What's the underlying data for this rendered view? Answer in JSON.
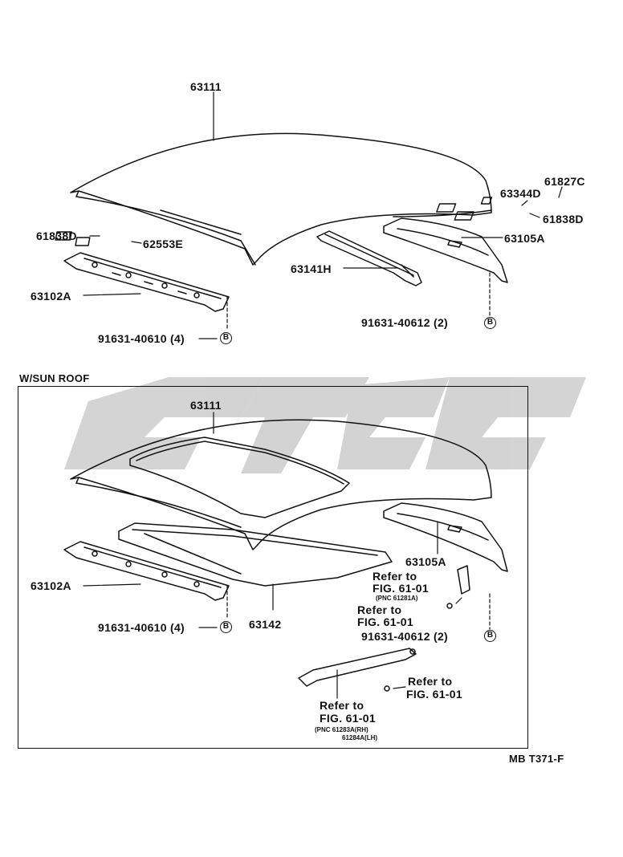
{
  "watermark_text": "ctc",
  "upper": {
    "labels": {
      "p63111": "63111",
      "p61827c": "61827C",
      "p63344d": "63344D",
      "p61838d_r": "61838D",
      "p61838d_l": "61838D",
      "p62553e": "62553E",
      "p63105a": "63105A",
      "p63141h": "63141H",
      "p63102a": "63102A",
      "bolt_l": "91631-40610 (4)",
      "bolt_r": "91631-40612 (2)"
    },
    "marker_l": "B",
    "marker_r": "B"
  },
  "lower": {
    "section_title": "W/SUN ROOF",
    "labels": {
      "p63111": "63111",
      "p63105a": "63105A",
      "p63102a": "63102A",
      "p63142": "63142",
      "bolt_l": "91631-40610 (4)",
      "bolt_r": "91631-40612 (2)"
    },
    "refs": {
      "r1_a": "Refer to",
      "r1_b": "FIG. 61-01",
      "r1_c": "(PNC 61281A)",
      "r2_a": "Refer to",
      "r2_b": "FIG. 61-01",
      "r3_a": "Refer to",
      "r3_b": "FIG. 61-01",
      "r4_a": "Refer to",
      "r4_b": "FIG. 61-01",
      "r4_c": "(PNC 61283A(RH)",
      "r4_d": "61284A(LH)"
    },
    "marker_l": "B",
    "marker_r": "B"
  },
  "footer_code": "MB T371-F"
}
